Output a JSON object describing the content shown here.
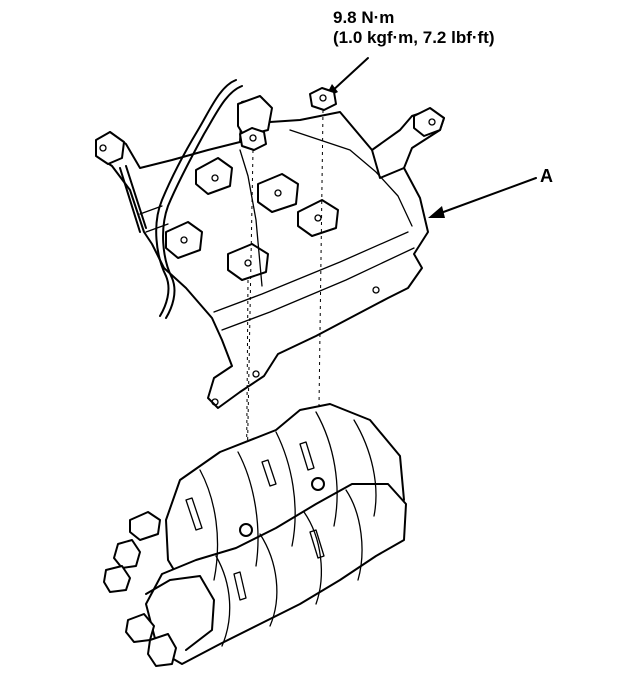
{
  "torque_spec": {
    "line1": "9.8 N·m",
    "line2": "(1.0 kgf·m, 7.2 lbf·ft)"
  },
  "callouts": {
    "bracket": "A"
  }
}
